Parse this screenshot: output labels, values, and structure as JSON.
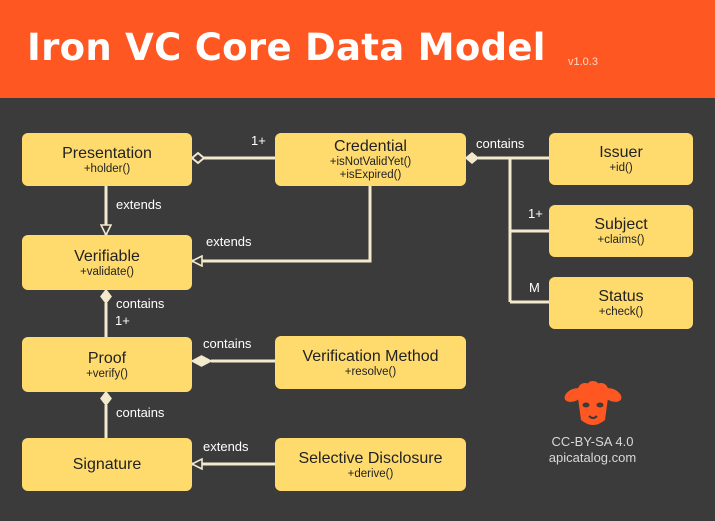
{
  "header": {
    "title": "Iron VC Core Data Model",
    "version": "v1.0.3"
  },
  "boxes": {
    "presentation": {
      "name": "Presentation",
      "method": "+holder()"
    },
    "credential": {
      "name": "Credential",
      "method1": "+isNotValidYet()",
      "method2": "+isExpired()"
    },
    "issuer": {
      "name": "Issuer",
      "method": "+id()"
    },
    "subject": {
      "name": "Subject",
      "method": "+claims()"
    },
    "status": {
      "name": "Status",
      "method": "+check()"
    },
    "verifiable": {
      "name": "Verifiable",
      "method": "+validate()"
    },
    "proof": {
      "name": "Proof",
      "method": "+verify()"
    },
    "verification_method": {
      "name": "Verification Method",
      "method": "+resolve()"
    },
    "signature": {
      "name": "Signature"
    },
    "selective_disclosure": {
      "name": "Selective Disclosure",
      "method": "+derive()"
    }
  },
  "labels": {
    "cred_pres_mult": "1+",
    "contains_issuer": "contains",
    "extends_pres_verifiable": "extends",
    "extends_cred_verifiable": "extends",
    "subject_mult": "1+",
    "status_mult": "M",
    "contains_verifiable_proof": "contains",
    "proof_mult": "1+",
    "contains_verification_method": "contains",
    "contains_proof_signature": "contains",
    "extends_selective_signature": "extends"
  },
  "footer": {
    "license": "CC-BY-SA 4.0",
    "site": "apicatalog.com"
  },
  "colors": {
    "header": "#ff5722",
    "background": "#3b3b3b",
    "box": "#ffdb6e",
    "line": "#f3e9cc"
  },
  "icons": {
    "logo": "lamb-face-icon"
  }
}
